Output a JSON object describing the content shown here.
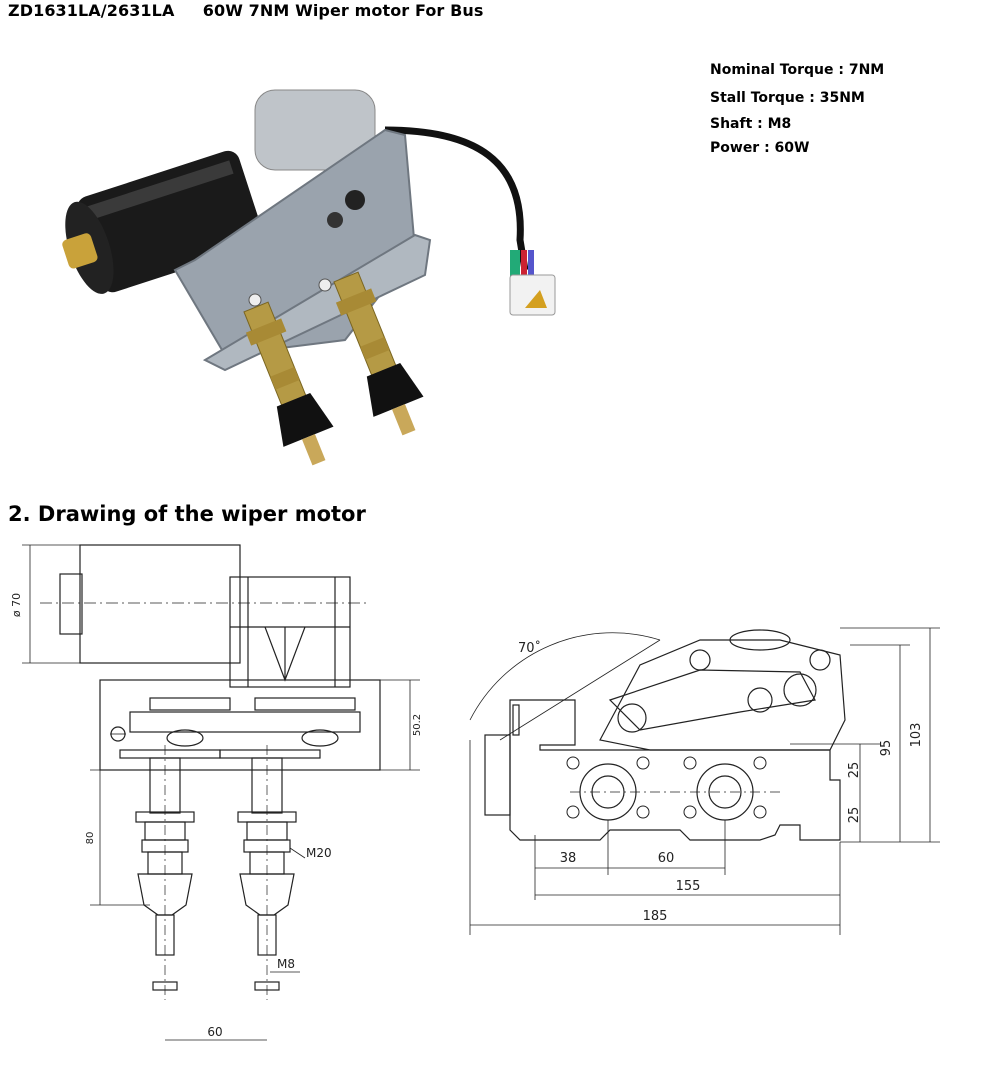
{
  "header": {
    "title": "ZD1631LA/2631LA     60W 7NM Wiper motor For Bus"
  },
  "specs": [
    {
      "text": "Nominal Torque : 7NM"
    },
    {
      "text": "Stall Torque : 35NM"
    },
    {
      "text": "Shaft : M8"
    },
    {
      "text": "Power : 60W"
    }
  ],
  "drawing_section": {
    "heading": "2. Drawing of the wiper motor"
  },
  "side_view": {
    "dim_diameter": "ø 70",
    "dim_height": "50.2",
    "dim_length": "80",
    "dim_thread": "M20",
    "dim_shaft": "M8",
    "dim_spacing": "60"
  },
  "top_view": {
    "dim_angle": "70˚",
    "dim_103": "103",
    "dim_95": "95",
    "dim_25a": "25",
    "dim_25b": "25",
    "dim_38": "38",
    "dim_60": "60",
    "dim_155": "155",
    "dim_185": "185"
  },
  "colors": {
    "motor_body": "#1a1a1a",
    "bracket": "#9aa3ad",
    "shaft_brass": "#b59a45",
    "rubber": "#111111",
    "connector": "#f2f2f2",
    "line": "#222222"
  },
  "icons": [
    "wiper-motor-photo"
  ]
}
